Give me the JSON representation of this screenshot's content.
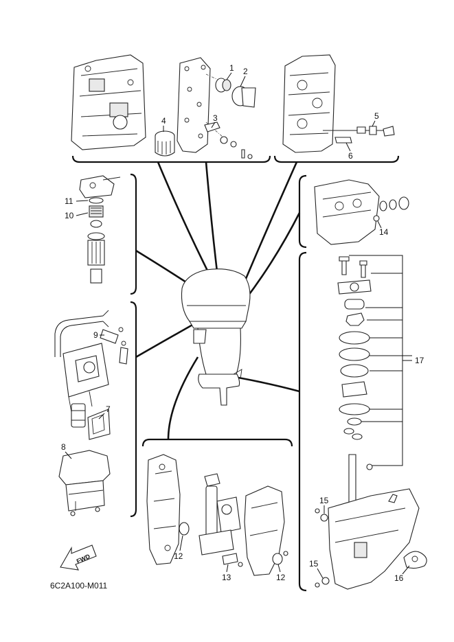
{
  "diagram": {
    "figure_code": "6C2A100-M011",
    "fwd_label": "FWD",
    "callouts": [
      "1",
      "2",
      "3",
      "4",
      "5",
      "6",
      "7",
      "8",
      "9",
      "10",
      "11",
      "12",
      "13",
      "14",
      "15",
      "16",
      "17"
    ]
  }
}
